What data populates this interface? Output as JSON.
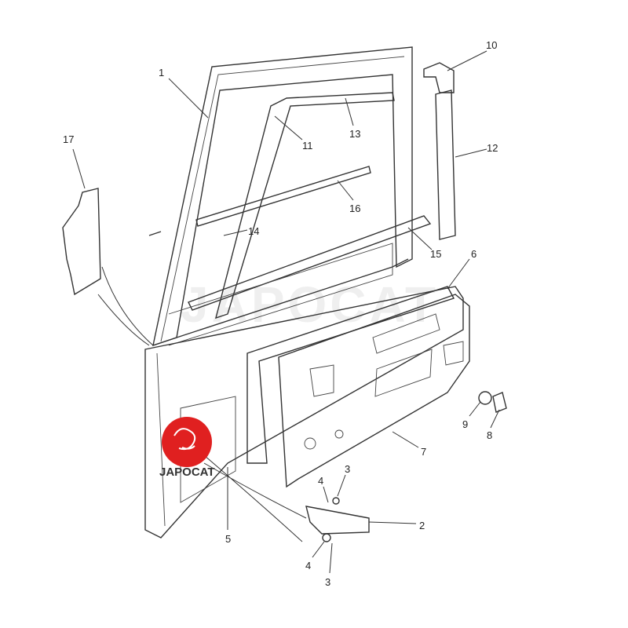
{
  "diagram": {
    "callouts": [
      {
        "id": "1",
        "label": "1"
      },
      {
        "id": "17",
        "label": "17"
      },
      {
        "id": "10",
        "label": "10"
      },
      {
        "id": "12",
        "label": "12"
      },
      {
        "id": "13",
        "label": "13"
      },
      {
        "id": "11",
        "label": "11"
      },
      {
        "id": "16",
        "label": "16"
      },
      {
        "id": "14",
        "label": "14"
      },
      {
        "id": "15",
        "label": "15"
      },
      {
        "id": "6",
        "label": "6"
      },
      {
        "id": "9",
        "label": "9"
      },
      {
        "id": "8",
        "label": "8"
      },
      {
        "id": "7",
        "label": "7"
      },
      {
        "id": "4a",
        "label": "4"
      },
      {
        "id": "3a",
        "label": "3"
      },
      {
        "id": "2",
        "label": "2"
      },
      {
        "id": "5",
        "label": "5"
      },
      {
        "id": "4b",
        "label": "4"
      },
      {
        "id": "3b",
        "label": "3"
      }
    ],
    "logo": {
      "text": "JAPOCAT",
      "color": "#e02020"
    },
    "watermark": "JAPOCAT"
  }
}
